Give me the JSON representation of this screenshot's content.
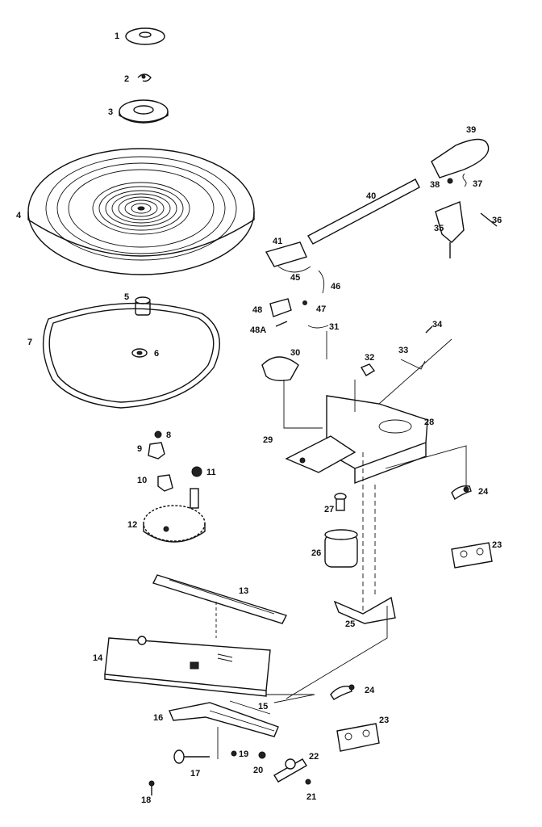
{
  "labels": {
    "p1": "1",
    "p2": "2",
    "p3": "3",
    "p4": "4",
    "p5": "5",
    "p6": "6",
    "p7": "7",
    "p8": "8",
    "p9": "9",
    "p10": "10",
    "p11": "11",
    "p12": "12",
    "p13": "13",
    "p14": "14",
    "p15": "15",
    "p16": "16",
    "p17": "17",
    "p18": "18",
    "p19": "19",
    "p20": "20",
    "p21": "21",
    "p22": "22",
    "p23a": "23",
    "p23b": "23",
    "p24a": "24",
    "p24b": "24",
    "p25": "25",
    "p26": "26",
    "p27": "27",
    "p28": "28",
    "p29": "29",
    "p30": "30",
    "p31": "31",
    "p32": "32",
    "p33": "33",
    "p34": "34",
    "p35": "35",
    "p36": "36",
    "p37": "37",
    "p38": "38",
    "p39": "39",
    "p40": "40",
    "p41": "41",
    "p45": "45",
    "p46": "46",
    "p47": "47",
    "p48": "48",
    "p48a": "48A"
  },
  "colors": {
    "ink": "#111111",
    "paper": "#ffffff"
  }
}
